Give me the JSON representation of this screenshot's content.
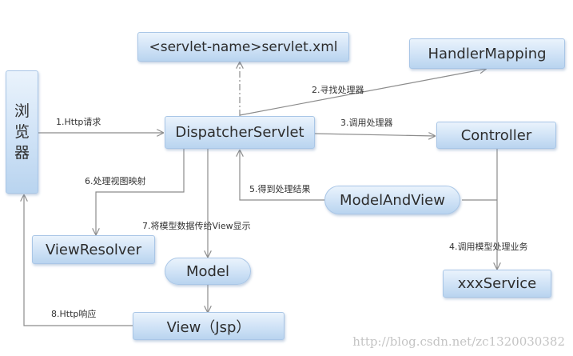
{
  "nodes": {
    "browser": [
      "浏",
      "览",
      "器"
    ],
    "servlet_xml": "<servlet-name>servlet.xml",
    "handler_mapping": "HandlerMapping",
    "dispatcher": "DispatcherServlet",
    "controller": "Controller",
    "model_and_view": "ModelAndView",
    "view_resolver": "ViewResolver",
    "model": "Model",
    "xxx_service": "xxxService",
    "view": "View（Jsp）"
  },
  "edges": {
    "step1": "1.Http请求",
    "step2": "2.寻找处理器",
    "step3": "3.调用处理器",
    "step4": "4.调用模型处理业务",
    "step5": "5.得到处理结果",
    "step6": "6.处理视图映射",
    "step7": "7.将模型数据传给View显示",
    "step8": "8.Http响应"
  },
  "watermark": "http://blog.csdn.net/zc1320030382",
  "colors": {
    "box_fill": "#cfe2f6",
    "box_border": "#a9c6e6",
    "arrow": "#8c8c8c",
    "text": "#2d2d2d"
  }
}
